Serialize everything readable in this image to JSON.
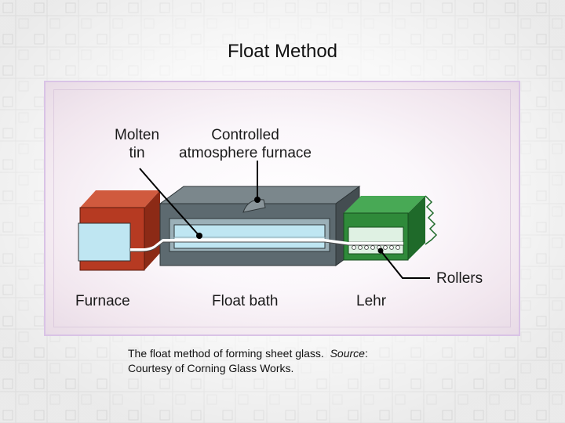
{
  "title": "Float Method",
  "figure": {
    "labels": {
      "molten_tin": [
        "Molten",
        "tin"
      ],
      "controlled_atmosphere": [
        "Controlled",
        "atmosphere furnace"
      ],
      "furnace": "Furnace",
      "float_bath": "Float bath",
      "lehr": "Lehr",
      "rollers": "Rollers"
    },
    "colors": {
      "furnace": "#b63a22",
      "float_bath": "#5d6a70",
      "lehr": "#2f8a3a",
      "molten_tin": "#bfe6f2",
      "frame_border": "#d9c3e6"
    }
  },
  "caption": {
    "text": "The float method of forming sheet glass.",
    "source_label": "Source",
    "source_suffix": ":",
    "credit": "Courtesy of Corning Glass Works."
  }
}
